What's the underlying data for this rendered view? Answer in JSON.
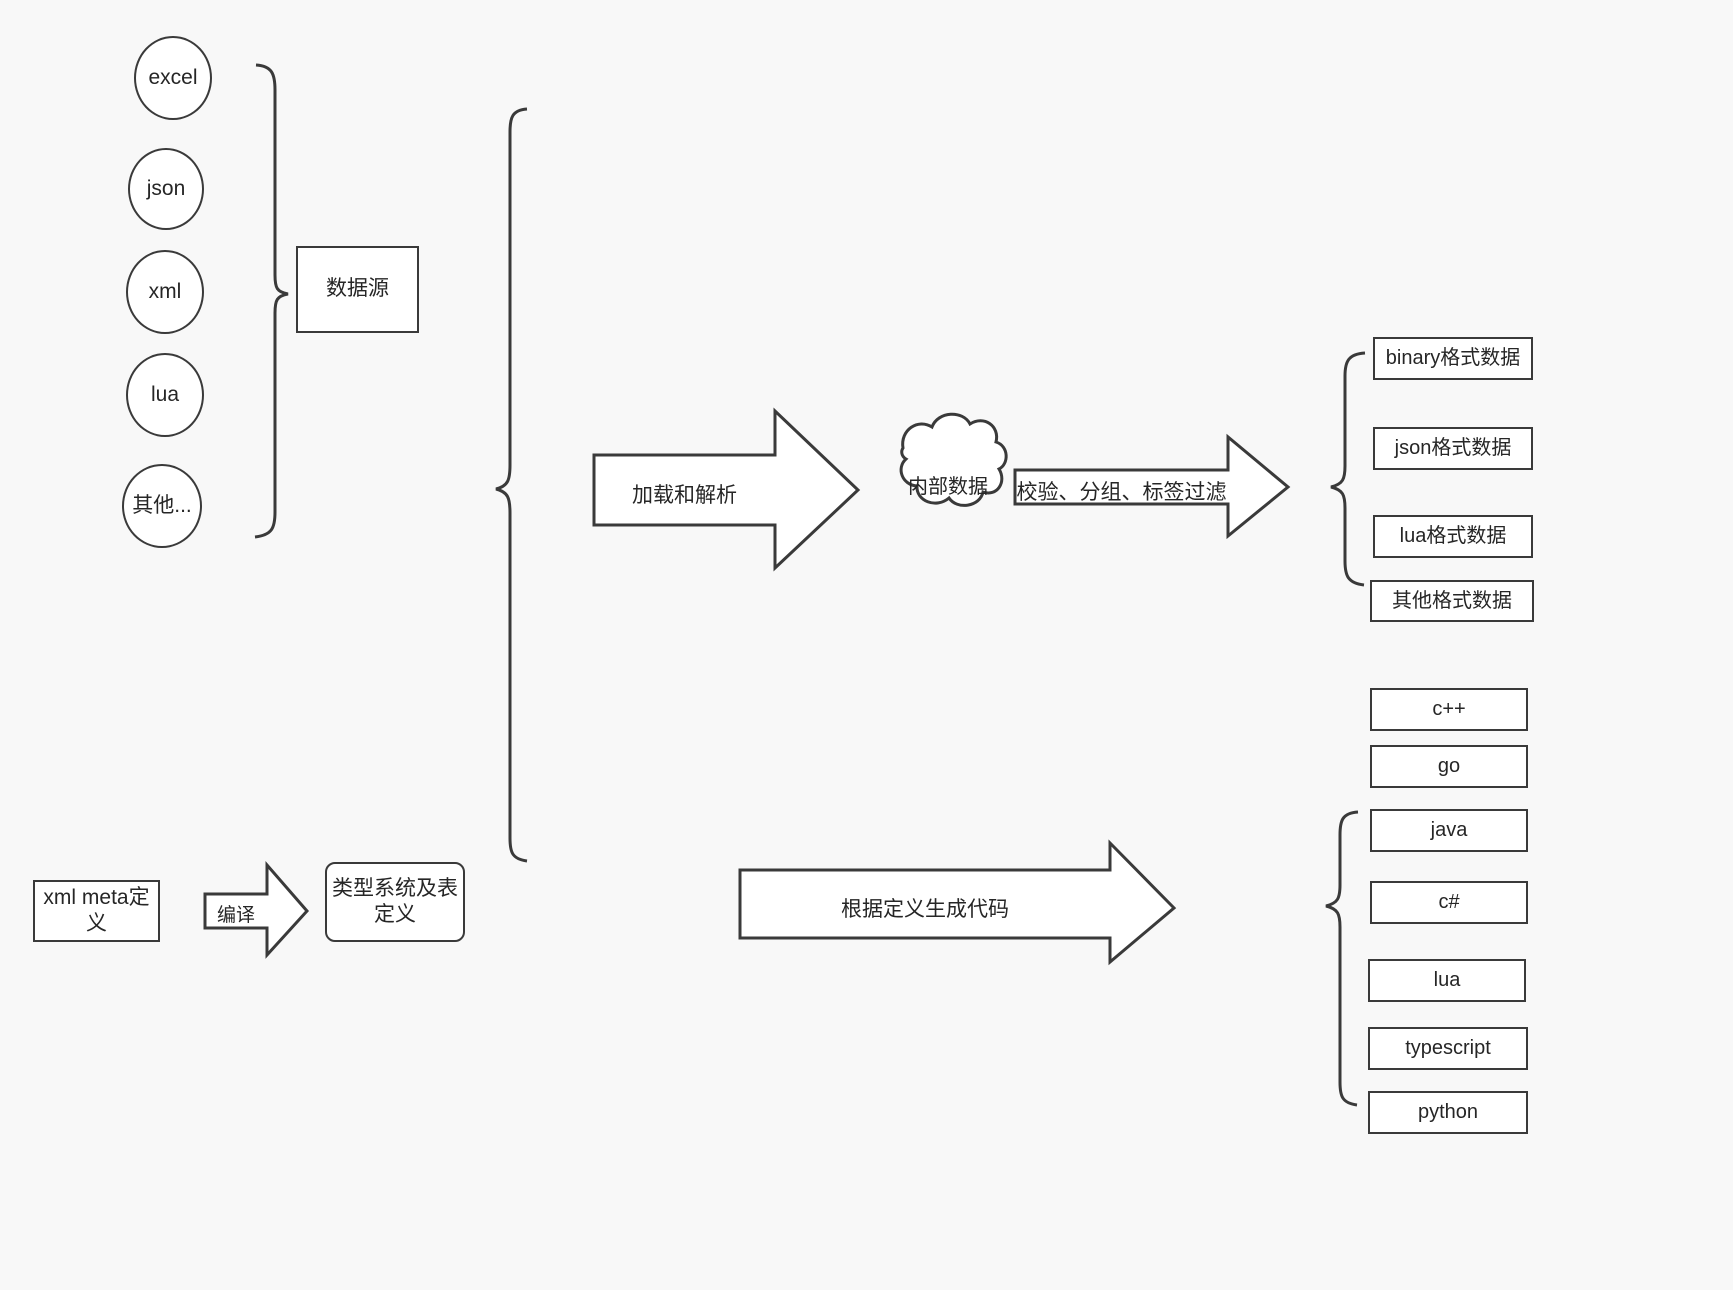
{
  "diagram": {
    "title": "Data pipeline and code generation flow",
    "background_color": "#f8f8f8",
    "stroke_color": "#3a3a3a",
    "fill_color": "#ffffff",
    "sources": {
      "group_label": "数据源",
      "items": [
        {
          "label": "excel"
        },
        {
          "label": "json"
        },
        {
          "label": "xml"
        },
        {
          "label": "lua"
        },
        {
          "label": "其他..."
        }
      ]
    },
    "meta": {
      "source_box": "xml meta定义",
      "compile_arrow": "编译",
      "target_box": "类型系统及表定义"
    },
    "pipeline": {
      "load_arrow": "加载和解析",
      "internal_cloud": "内部数据",
      "filter_arrow": "校验、分组、标签过滤",
      "codegen_arrow": "根据定义生成代码"
    },
    "outputs": {
      "data_formats": [
        {
          "label": "binary格式数据"
        },
        {
          "label": "json格式数据"
        },
        {
          "label": "lua格式数据"
        },
        {
          "label": "其他格式数据"
        }
      ],
      "languages": [
        {
          "label": "c++"
        },
        {
          "label": "go"
        },
        {
          "label": "java"
        },
        {
          "label": "c#"
        },
        {
          "label": "lua"
        },
        {
          "label": "typescript"
        },
        {
          "label": "python"
        }
      ]
    }
  }
}
